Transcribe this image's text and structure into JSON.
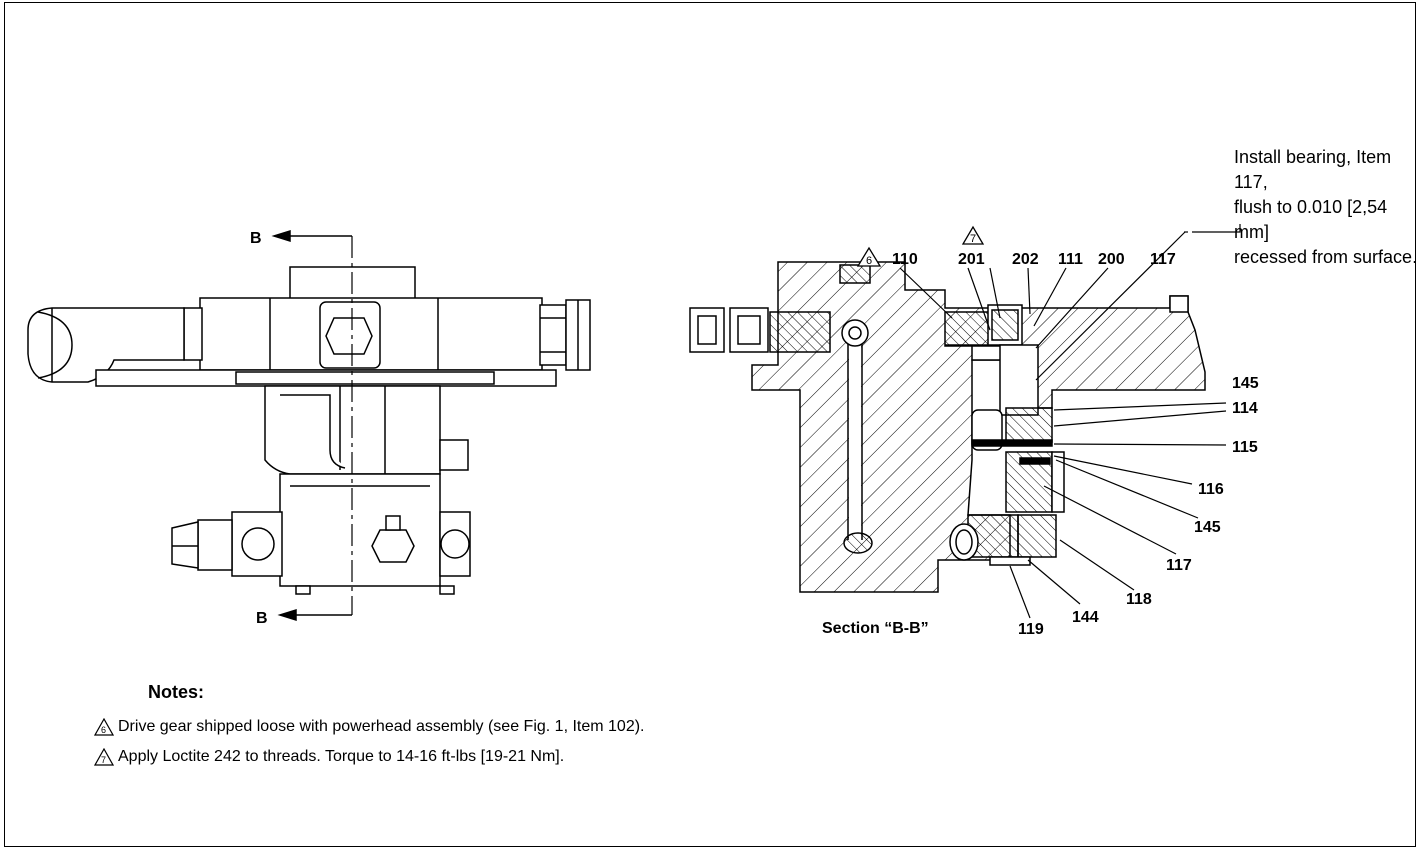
{
  "drawing": {
    "callout_bearing": [
      "Install bearing, Item 117,",
      "flush to 0.010 [2,54 mm]",
      "recessed from surface."
    ],
    "section_arrow_label": "B",
    "section_title": "Section “B-B”",
    "top_items": [
      {
        "num": "110",
        "note": ""
      },
      {
        "num": "201",
        "note": "7"
      },
      {
        "num": "202",
        "note": ""
      },
      {
        "num": "111",
        "note": ""
      },
      {
        "num": "200",
        "note": ""
      },
      {
        "num": "117",
        "note": ""
      }
    ],
    "top_note_symbol": "6",
    "right_items": [
      "145",
      "114",
      "115",
      "116",
      "145",
      "117",
      "118"
    ],
    "bottom_items": [
      "119",
      "144"
    ]
  },
  "notes": {
    "title": "Notes:",
    "items": [
      {
        "symbol": "6",
        "text": "Drive gear shipped loose with powerhead assembly (see Fig. 1, Item 102)."
      },
      {
        "symbol": "7",
        "text": "Apply Loctite 242 to threads. Torque to 14-16 ft-lbs [19-21 Nm]."
      }
    ]
  }
}
